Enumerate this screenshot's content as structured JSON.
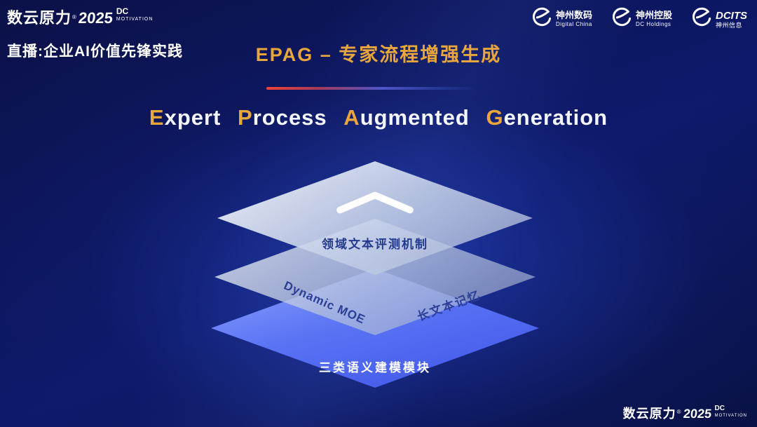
{
  "brand": {
    "name": "数云原力",
    "reg": "®",
    "year": "2025",
    "dc": "DC",
    "motivation": "MOTIVATION"
  },
  "header": {
    "live_label": "直播:企业AI价值先锋实践",
    "partners": [
      {
        "name": "神州数码",
        "sub": "Digital China"
      },
      {
        "name": "神州控股",
        "sub": "DC Holdings"
      },
      {
        "name": "DCITS",
        "sub": "神州信息"
      }
    ]
  },
  "title": {
    "text": "EPAG – 专家流程增强生成"
  },
  "subtitle": {
    "full": "Expert Process Augmented Generation",
    "words": [
      {
        "lead": "E",
        "rest": "xpert"
      },
      {
        "lead": "P",
        "rest": "rocess"
      },
      {
        "lead": "A",
        "rest": "ugmented"
      },
      {
        "lead": "G",
        "rest": "eneration"
      }
    ]
  },
  "diagram": {
    "top_layer_label": "领域文本评测机制",
    "middle_layer_label_left": "Dynamic MOE",
    "middle_layer_label_right": "长文本记忆",
    "bottom_layer_label": "三类语义建模模块"
  },
  "icons": {
    "chevron": "chevron-up-icon",
    "partner_logo": "swoosh-icon"
  },
  "colors": {
    "gold": "#e8a63c",
    "divider_red": "#ef4136",
    "layer_blue": "#4b63ee",
    "background": "#0b1456"
  }
}
